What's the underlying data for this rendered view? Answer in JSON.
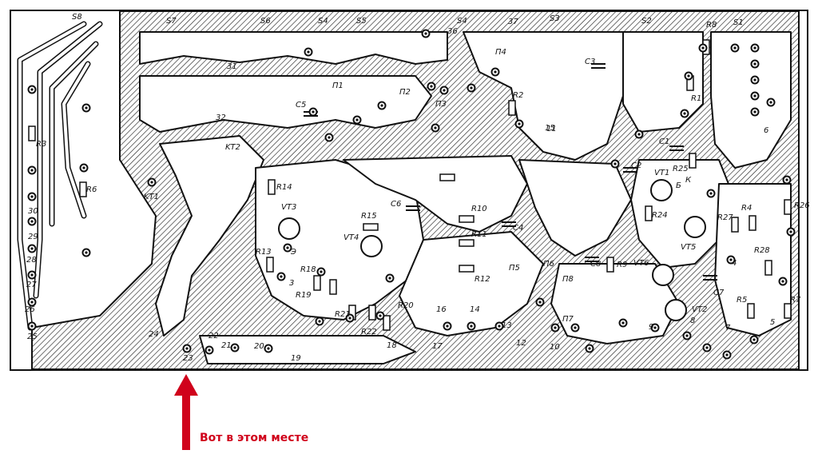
{
  "diagram": {
    "labels": [
      {
        "name": "label-s8",
        "text": "S8"
      },
      {
        "name": "label-s7",
        "text": "S7"
      },
      {
        "name": "label-s6",
        "text": "S6"
      },
      {
        "name": "label-s5",
        "text": "S5"
      },
      {
        "name": "label-s4-a",
        "text": "S4"
      },
      {
        "name": "label-s4-b",
        "text": "S4"
      },
      {
        "name": "label-s3",
        "text": "S3"
      },
      {
        "name": "label-s2",
        "text": "S2"
      },
      {
        "name": "label-s1",
        "text": "S1"
      },
      {
        "name": "label-r8",
        "text": "R8"
      },
      {
        "name": "label-31",
        "text": "31"
      },
      {
        "name": "label-32",
        "text": "32"
      },
      {
        "name": "label-36",
        "text": "36"
      },
      {
        "name": "label-37",
        "text": "37"
      },
      {
        "name": "label-p1",
        "text": "П1"
      },
      {
        "name": "label-p2",
        "text": "П2"
      },
      {
        "name": "label-p3",
        "text": "П3"
      },
      {
        "name": "label-p4",
        "text": "П4"
      },
      {
        "name": "label-p5",
        "text": "П5"
      },
      {
        "name": "label-p6",
        "text": "П6"
      },
      {
        "name": "label-p7",
        "text": "П7"
      },
      {
        "name": "label-p8",
        "text": "П8"
      },
      {
        "name": "label-c1",
        "text": "C1"
      },
      {
        "name": "label-c2",
        "text": "C2"
      },
      {
        "name": "label-c3",
        "text": "C3"
      },
      {
        "name": "label-c4",
        "text": "C4"
      },
      {
        "name": "label-c5",
        "text": "C5"
      },
      {
        "name": "label-c6",
        "text": "C6"
      },
      {
        "name": "label-c7",
        "text": "C7"
      },
      {
        "name": "label-c8",
        "text": "C8"
      },
      {
        "name": "label-r1",
        "text": "R1"
      },
      {
        "name": "label-r2",
        "text": "R2"
      },
      {
        "name": "label-r3",
        "text": "R3"
      },
      {
        "name": "label-r4",
        "text": "R4"
      },
      {
        "name": "label-r5",
        "text": "R5"
      },
      {
        "name": "label-r6",
        "text": "R6"
      },
      {
        "name": "label-r7",
        "text": "R7"
      },
      {
        "name": "label-r9",
        "text": "R9"
      },
      {
        "name": "label-r10",
        "text": "R10"
      },
      {
        "name": "label-r11",
        "text": "R11"
      },
      {
        "name": "label-r12",
        "text": "R12"
      },
      {
        "name": "label-r13",
        "text": "R13"
      },
      {
        "name": "label-r14",
        "text": "R14"
      },
      {
        "name": "label-r15",
        "text": "R15"
      },
      {
        "name": "label-r18",
        "text": "R18"
      },
      {
        "name": "label-r19",
        "text": "R19"
      },
      {
        "name": "label-r20",
        "text": "R20"
      },
      {
        "name": "label-r21",
        "text": "R21"
      },
      {
        "name": "label-r22",
        "text": "R22"
      },
      {
        "name": "label-r24",
        "text": "R24"
      },
      {
        "name": "label-r25",
        "text": "R25"
      },
      {
        "name": "label-r26",
        "text": "R26"
      },
      {
        "name": "label-r27",
        "text": "R27"
      },
      {
        "name": "label-r28",
        "text": "R28"
      },
      {
        "name": "label-vt1",
        "text": "VT1"
      },
      {
        "name": "label-vt2",
        "text": "VT2"
      },
      {
        "name": "label-vt3",
        "text": "VT3"
      },
      {
        "name": "label-vt4",
        "text": "VT4"
      },
      {
        "name": "label-vt5",
        "text": "VT5"
      },
      {
        "name": "label-vt6",
        "text": "VT6"
      },
      {
        "name": "label-kt1",
        "text": "KT1"
      },
      {
        "name": "label-kt2",
        "text": "KT2"
      },
      {
        "name": "label-30",
        "text": "30"
      },
      {
        "name": "label-29",
        "text": "29"
      },
      {
        "name": "label-28",
        "text": "28"
      },
      {
        "name": "label-27",
        "text": "27"
      },
      {
        "name": "label-26",
        "text": "26"
      },
      {
        "name": "label-25",
        "text": "25"
      },
      {
        "name": "label-24",
        "text": "24"
      },
      {
        "name": "label-23",
        "text": "23"
      },
      {
        "name": "label-22",
        "text": "22"
      },
      {
        "name": "label-21",
        "text": "21"
      },
      {
        "name": "label-20",
        "text": "20"
      },
      {
        "name": "label-19",
        "text": "19"
      },
      {
        "name": "label-18",
        "text": "18"
      },
      {
        "name": "label-17",
        "text": "17"
      },
      {
        "name": "label-16",
        "text": "16"
      },
      {
        "name": "label-15",
        "text": "15"
      },
      {
        "name": "label-14",
        "text": "14"
      },
      {
        "name": "label-13",
        "text": "13"
      },
      {
        "name": "label-12",
        "text": "12"
      },
      {
        "name": "label-11",
        "text": "11"
      },
      {
        "name": "label-10",
        "text": "10"
      },
      {
        "name": "label-9",
        "text": "9"
      },
      {
        "name": "label-8",
        "text": "8"
      },
      {
        "name": "label-7",
        "text": "7"
      },
      {
        "name": "label-6",
        "text": "6"
      },
      {
        "name": "label-5",
        "text": "5"
      },
      {
        "name": "label-4",
        "text": "4"
      },
      {
        "name": "label-3",
        "text": "3"
      },
      {
        "name": "label-b",
        "text": "Б"
      },
      {
        "name": "label-k",
        "text": "К"
      },
      {
        "name": "label-e",
        "text": "Э"
      }
    ]
  },
  "annotation": {
    "caption": "Вот в этом месте",
    "color": "#d0021b"
  }
}
